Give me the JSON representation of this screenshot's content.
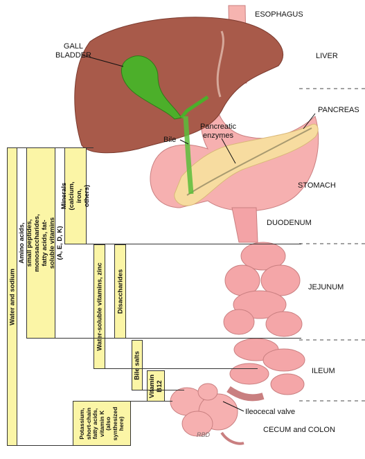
{
  "organs": {
    "esophagus": "ESOPHAGUS",
    "liver": "LIVER",
    "gall_bladder": "GALL\nBLADDER",
    "pancreas": "PANCREAS",
    "pancreatic_enzymes": "Pancreatic\nenzymes",
    "bile": "Bile",
    "stomach": "STOMACH",
    "duodenum": "DUODENUM",
    "jejunum": "JEJUNUM",
    "ileum": "ILEUM",
    "ileocecal_valve": "Ileocecal valve",
    "cecum_colon": "CECUM and COLON"
  },
  "absorption": {
    "water_sodium": "Water and sodium",
    "amino_acids": "Amino acids, small peptides, monosaccharides,\nfatty acids, fat-soluble vitamins (A, E, D, K)",
    "minerals": "Minerals (calcium,\niron, others)",
    "water_soluble": "Water-soluble vitamins, zinc",
    "disaccharides": "Disaccharides",
    "bile_salts": "Bile salts",
    "vitamin_b12": "Vitamin\nB12",
    "potassium": "Potassium,\nshort-chain\nfatty acids,\nvitamin K\n(also\nsynthesized\nhere)"
  },
  "artist_signature": "RBD",
  "colors": {
    "liver": "#a85a4a",
    "gallbladder": "#4caf2a",
    "pancreas": "#f7dca0",
    "gut": "#f4a6a8",
    "label_box": "#fbf5a6"
  }
}
